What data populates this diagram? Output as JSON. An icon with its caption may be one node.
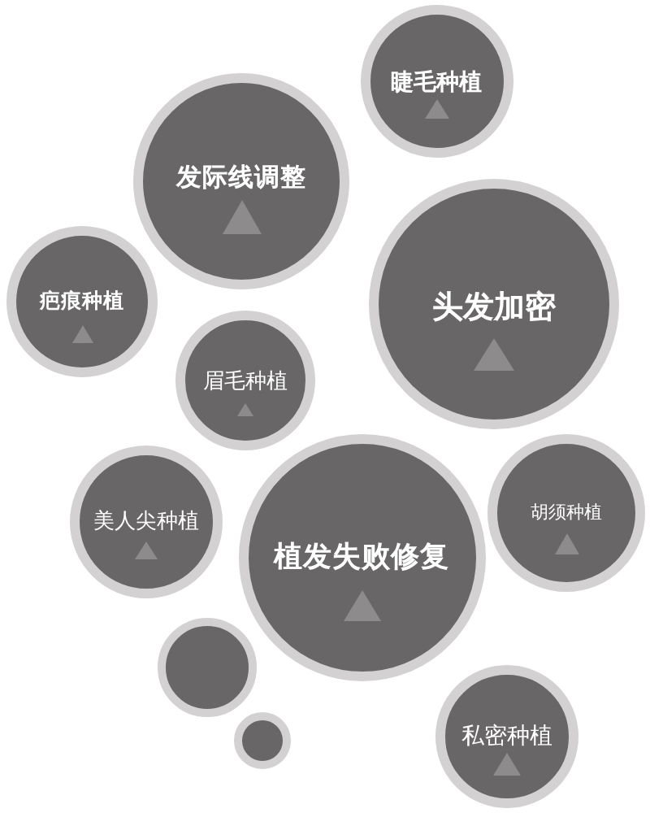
{
  "diagram": {
    "nodes": [
      {
        "text": [
          "睫毛种植"
        ]
      },
      {
        "text": [
          "发际线调整"
        ]
      },
      {
        "text": [
          "疤痕种植"
        ]
      },
      {
        "text": [
          "头发加密"
        ]
      },
      {
        "text": [
          "眉毛种植"
        ]
      },
      {
        "text": [
          "美人尖种植"
        ]
      },
      {
        "text": [
          "植发失败修复"
        ]
      },
      {
        "text": [
          "胡须种植"
        ]
      },
      {
        "text": [],
        "shape": "circle"
      },
      {
        "text": [],
        "shape": "circle"
      },
      {
        "text": [
          "私密种植"
        ]
      }
    ]
  }
}
